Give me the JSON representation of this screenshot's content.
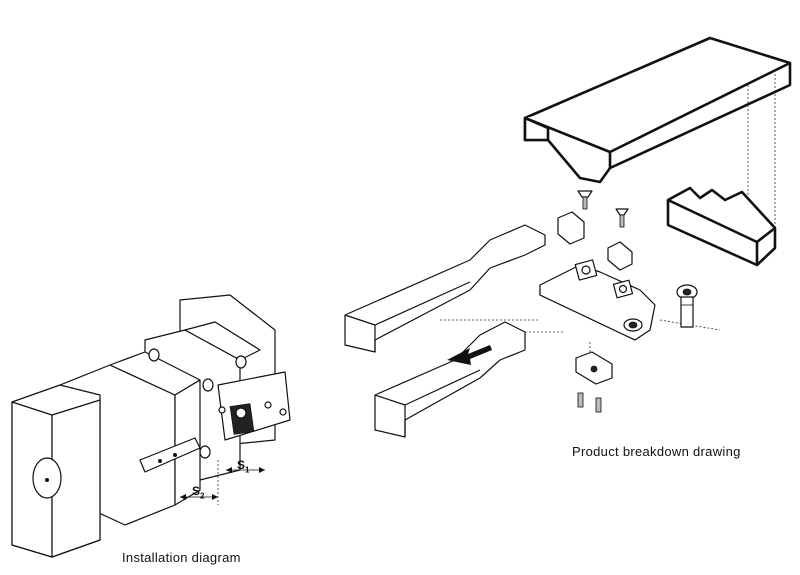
{
  "captions": {
    "installation": "Installation diagram",
    "product": "Product breakdown drawing"
  },
  "dimensions": {
    "s1_main": "S",
    "s1_sub": "1",
    "s2_main": "S",
    "s2_sub": "2"
  }
}
